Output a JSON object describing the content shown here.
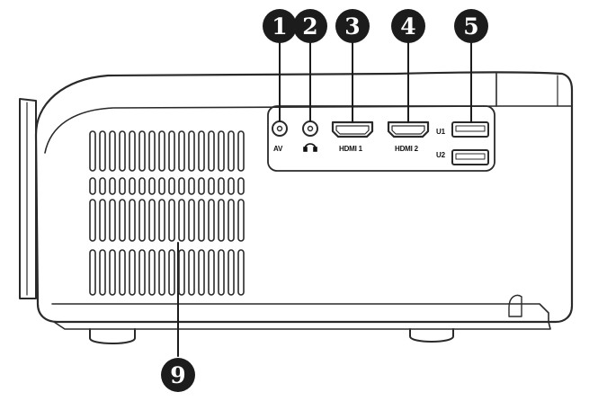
{
  "diagram": {
    "callouts": [
      {
        "id": "1",
        "label": "1"
      },
      {
        "id": "2",
        "label": "2"
      },
      {
        "id": "3",
        "label": "3"
      },
      {
        "id": "4",
        "label": "4"
      },
      {
        "id": "5",
        "label": "5"
      },
      {
        "id": "9",
        "label": "9"
      }
    ],
    "port_labels": {
      "av": "AV",
      "hdmi1": "HDMI 1",
      "hdmi2": "HDMI 2",
      "usb1": "U1",
      "usb2": "U2"
    },
    "icons": {
      "headphone": "headphone-icon"
    },
    "colors": {
      "ink": "#1c1c1c",
      "body_outline": "#2a2a2a",
      "background": "#ffffff"
    }
  }
}
